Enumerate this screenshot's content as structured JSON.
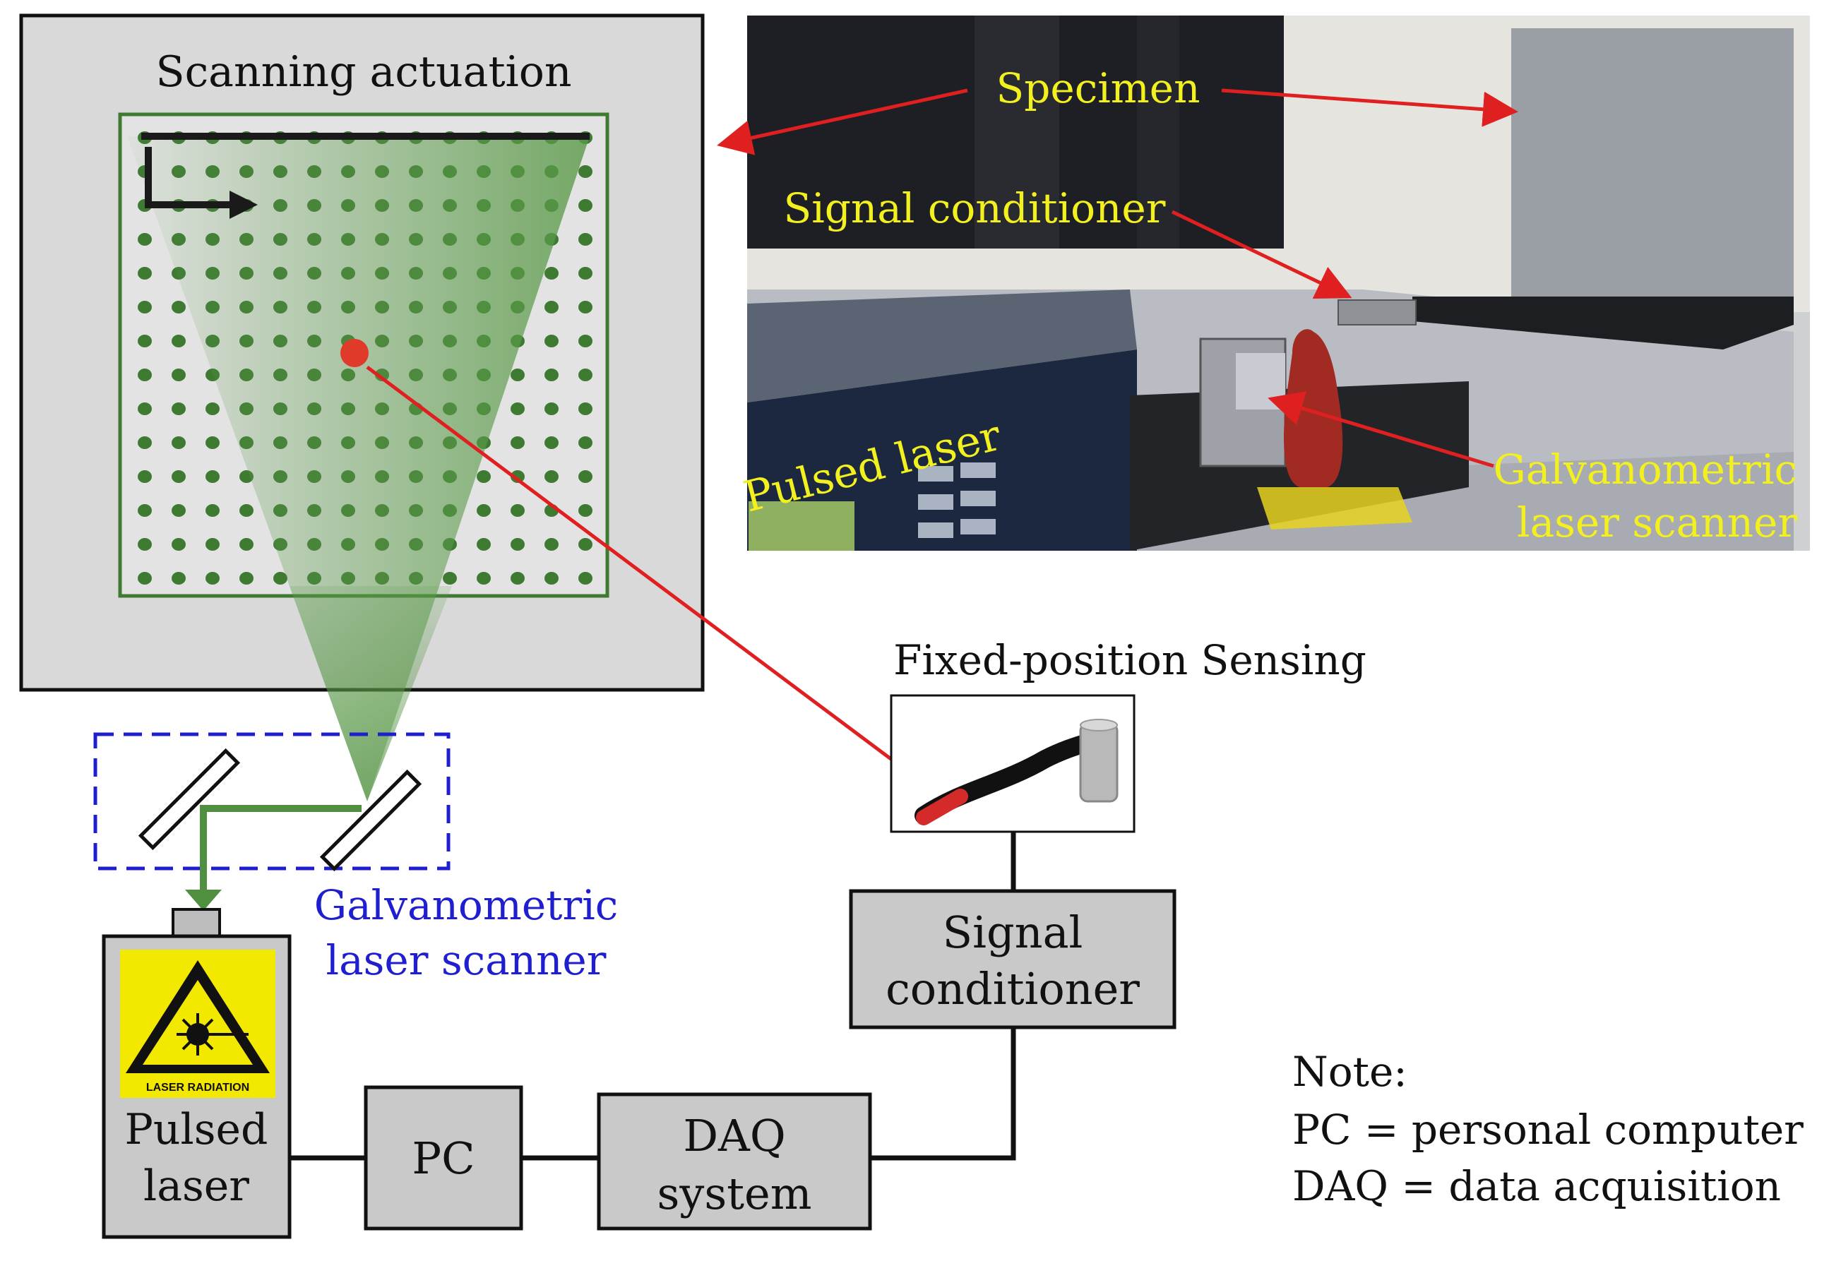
{
  "scanning_panel": {
    "title": "Scanning actuation"
  },
  "galvo_label": {
    "line1": "Galvanometric",
    "line2": "laser scanner"
  },
  "sensing": {
    "title": "Fixed-position Sensing"
  },
  "blocks": {
    "signal_conditioner": {
      "line1": "Signal",
      "line2": "conditioner"
    },
    "pulsed_laser": {
      "line1": "Pulsed",
      "line2": "laser"
    },
    "pc": {
      "label": "PC"
    },
    "daq": {
      "line1": "DAQ",
      "line2": "system"
    },
    "laser_warning": "LASER RADIATION"
  },
  "photo": {
    "labels": {
      "specimen": "Specimen",
      "signal_conditioner": "Signal conditioner",
      "pulsed_laser": "Pulsed laser",
      "galvo_line1": "Galvanometric",
      "galvo_line2": "laser scanner"
    }
  },
  "note": {
    "title": "Note:",
    "line1": "PC = personal computer",
    "line2": "DAQ = data acquisition"
  },
  "colors": {
    "panel_gray": "#d9d9d9",
    "block_gray": "#c9c9c9",
    "grid_green": "#3f7a33",
    "beam_green": "#5a9a48",
    "laser_red": "#e02020",
    "galvo_blue": "#1f1fd0",
    "photo_label_yellow": "#f2f01e"
  }
}
